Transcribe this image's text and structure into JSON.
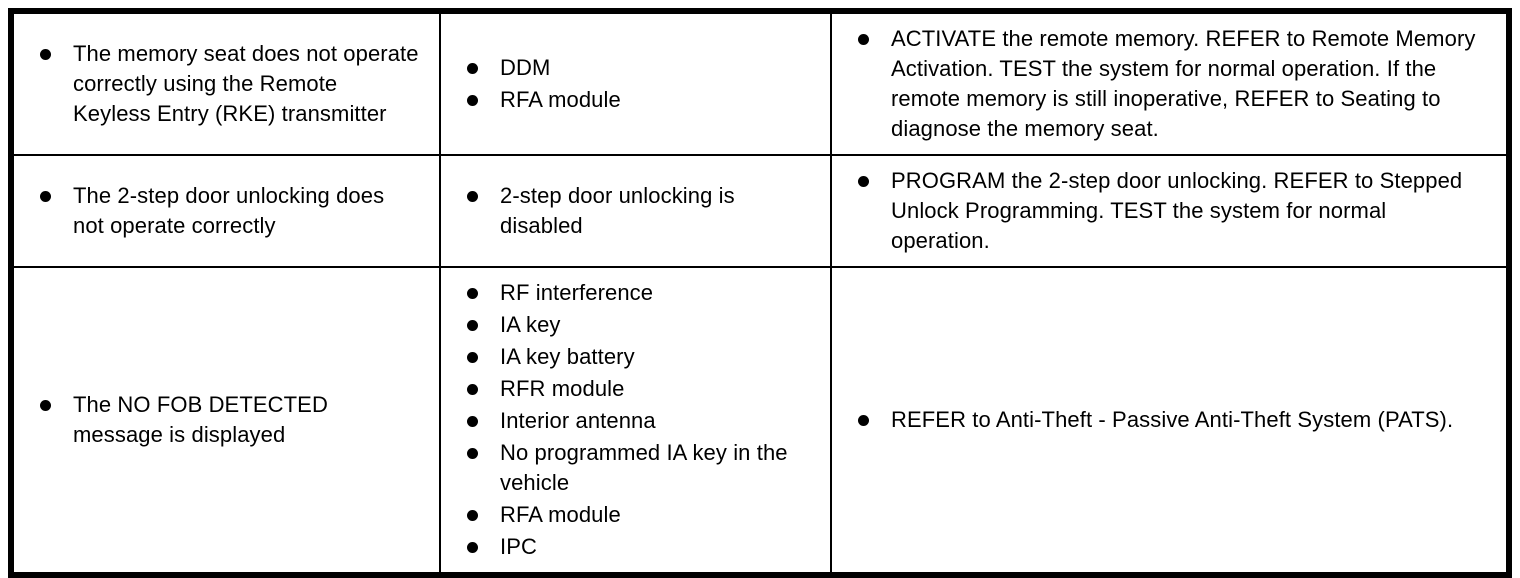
{
  "colors": {
    "border": "#000000",
    "background": "#ffffff",
    "text": "#000000"
  },
  "table": {
    "rows": [
      {
        "symptom": [
          "The memory seat does not operate correctly using the Remote Keyless Entry (RKE) transmitter"
        ],
        "possible_sources": [
          "DDM",
          "RFA module"
        ],
        "actions": [
          "ACTIVATE the remote memory. REFER to Remote Memory Activation. TEST the system for normal operation. If the remote memory is still inoperative, REFER to Seating to diagnose the memory seat."
        ]
      },
      {
        "symptom": [
          "The 2-step door unlocking does not operate correctly"
        ],
        "possible_sources": [
          "2-step door unlocking is disabled"
        ],
        "actions": [
          "PROGRAM the 2-step door unlocking. REFER to Stepped Unlock Programming. TEST the system for normal operation."
        ]
      },
      {
        "symptom": [
          "The NO FOB DETECTED message is displayed"
        ],
        "possible_sources": [
          "RF interference",
          "IA key",
          "IA key battery",
          "RFR module",
          "Interior antenna",
          "No programmed IA key in the vehicle",
          "RFA module",
          "IPC"
        ],
        "actions": [
          "REFER to Anti-Theft - Passive Anti-Theft System (PATS)."
        ]
      }
    ]
  }
}
